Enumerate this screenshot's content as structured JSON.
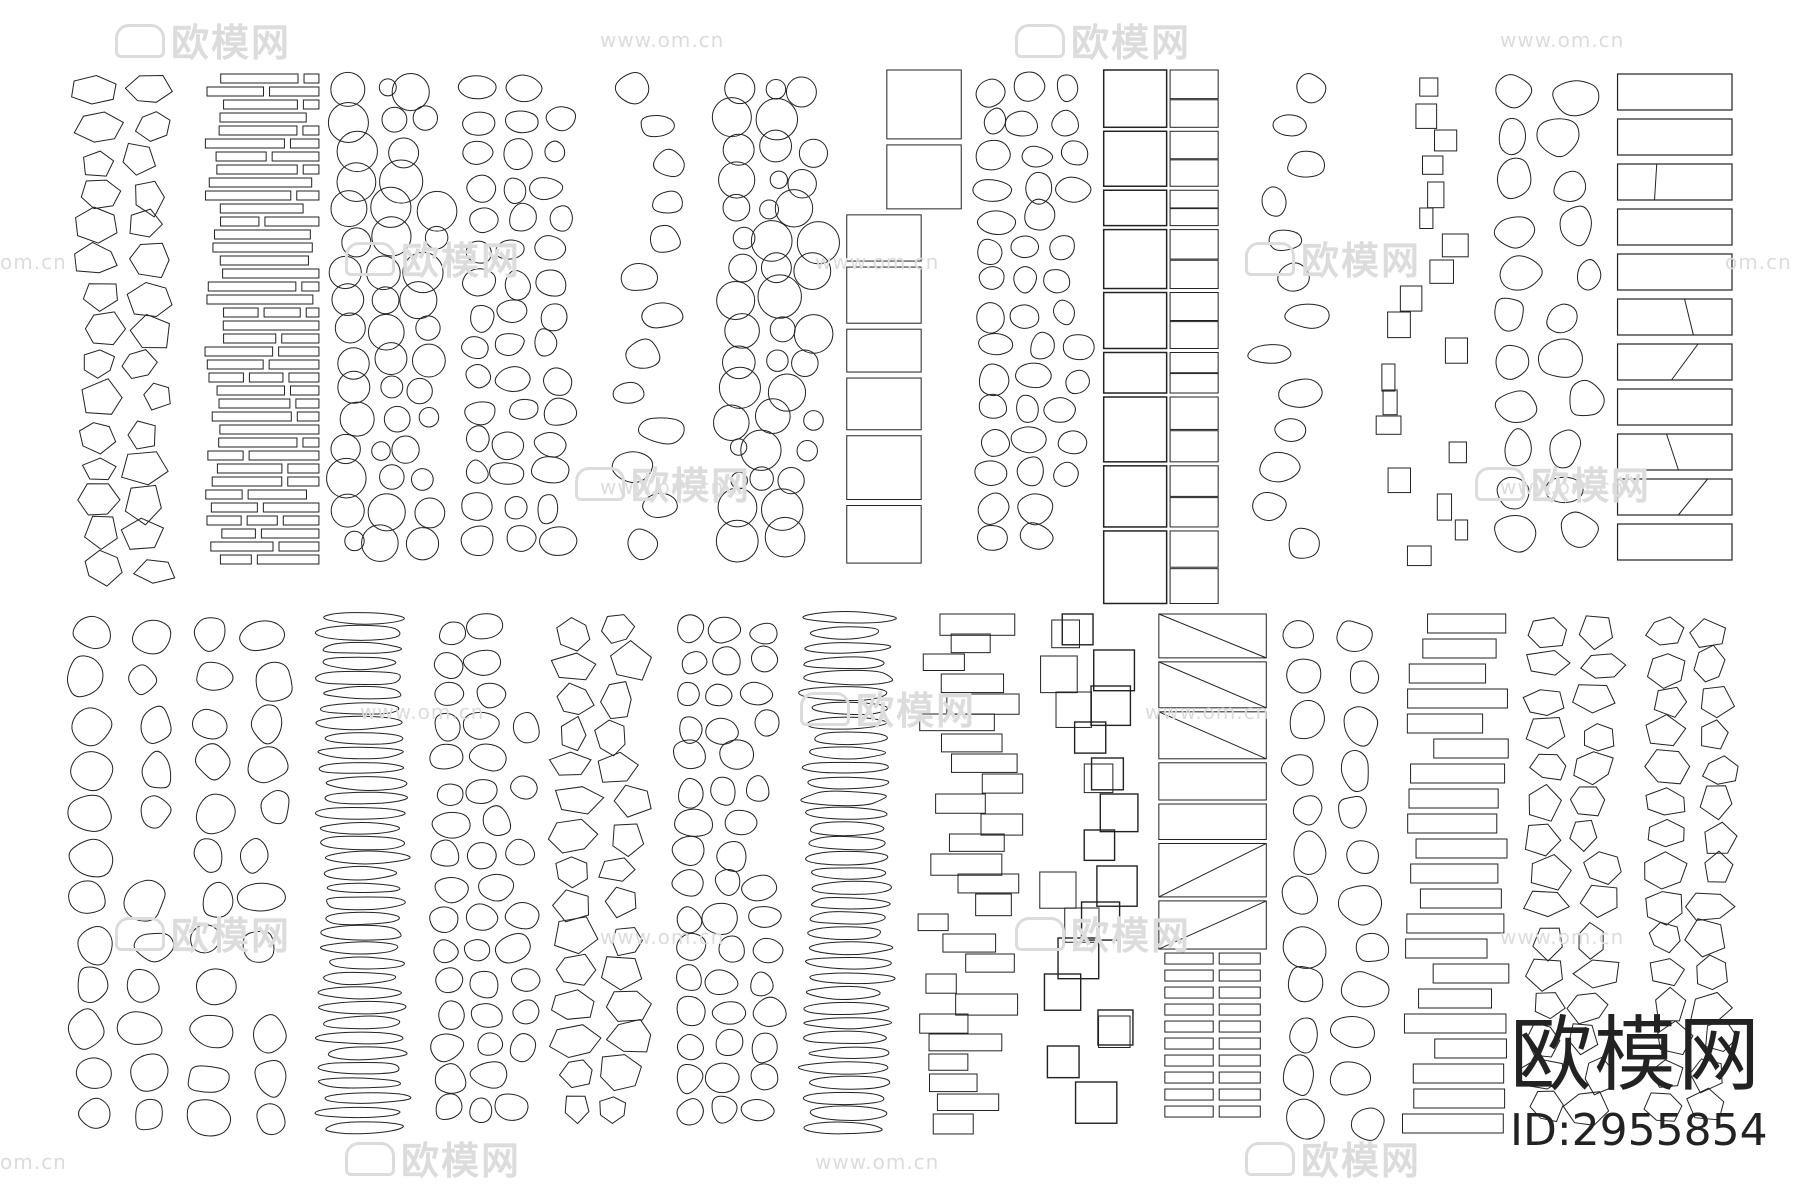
{
  "watermark": {
    "logo_text": "欧模网",
    "url_text": "www.om.cn",
    "url_partial": "om.cn"
  },
  "brand": {
    "name": "欧模网",
    "id_label": "ID:2955854"
  },
  "colors": {
    "line": "#222222",
    "watermark": "#dcdcdc",
    "background": "#ffffff"
  },
  "rows": [
    {
      "columns": [
        {
          "pattern": "flagstone"
        },
        {
          "pattern": "brick-strips"
        },
        {
          "pattern": "circles"
        },
        {
          "pattern": "cobble"
        },
        {
          "pattern": "stepping-stones"
        },
        {
          "pattern": "circles"
        },
        {
          "pattern": "offset-slabs"
        },
        {
          "pattern": "cobble"
        },
        {
          "pattern": "slab-grid"
        },
        {
          "pattern": "stepping-stones"
        },
        {
          "pattern": "small-blocks"
        },
        {
          "pattern": "pebbles"
        },
        {
          "pattern": "panel-grid"
        }
      ]
    },
    {
      "columns": [
        {
          "pattern": "pebbles"
        },
        {
          "pattern": "pebbles"
        },
        {
          "pattern": "stacked-stones"
        },
        {
          "pattern": "cobble"
        },
        {
          "pattern": "flagstone"
        },
        {
          "pattern": "cobble"
        },
        {
          "pattern": "stacked-stones"
        },
        {
          "pattern": "block-steps"
        },
        {
          "pattern": "square-steps"
        },
        {
          "pattern": "triangle-slabs"
        },
        {
          "pattern": "pebbles"
        },
        {
          "pattern": "plank-stack"
        },
        {
          "pattern": "flagstone"
        },
        {
          "pattern": "flagstone"
        }
      ]
    }
  ]
}
